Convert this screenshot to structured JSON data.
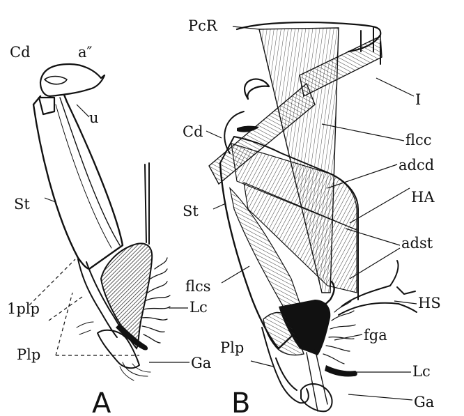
{
  "panel_a": {
    "letter": "A",
    "labels": {
      "cd": "Cd",
      "a2": "a″",
      "u": "u",
      "st": "St",
      "iplp": "1plp",
      "plp": "Plp",
      "lc": "Lc",
      "ga": "Ga"
    }
  },
  "panel_b": {
    "letter": "B",
    "labels": {
      "pcr": "PcR",
      "i": "I",
      "cd": "Cd",
      "flcc": "flcc",
      "adcd": "adcd",
      "st": "St",
      "ha": "HA",
      "adst": "adst",
      "flcs": "flcs",
      "hs": "HS",
      "fga": "fga",
      "plp": "Plp",
      "lc": "Lc",
      "ga": "Ga"
    }
  },
  "colors": {
    "ink": "#111111",
    "background": "#ffffff",
    "hatch": "#6a6a6a"
  }
}
